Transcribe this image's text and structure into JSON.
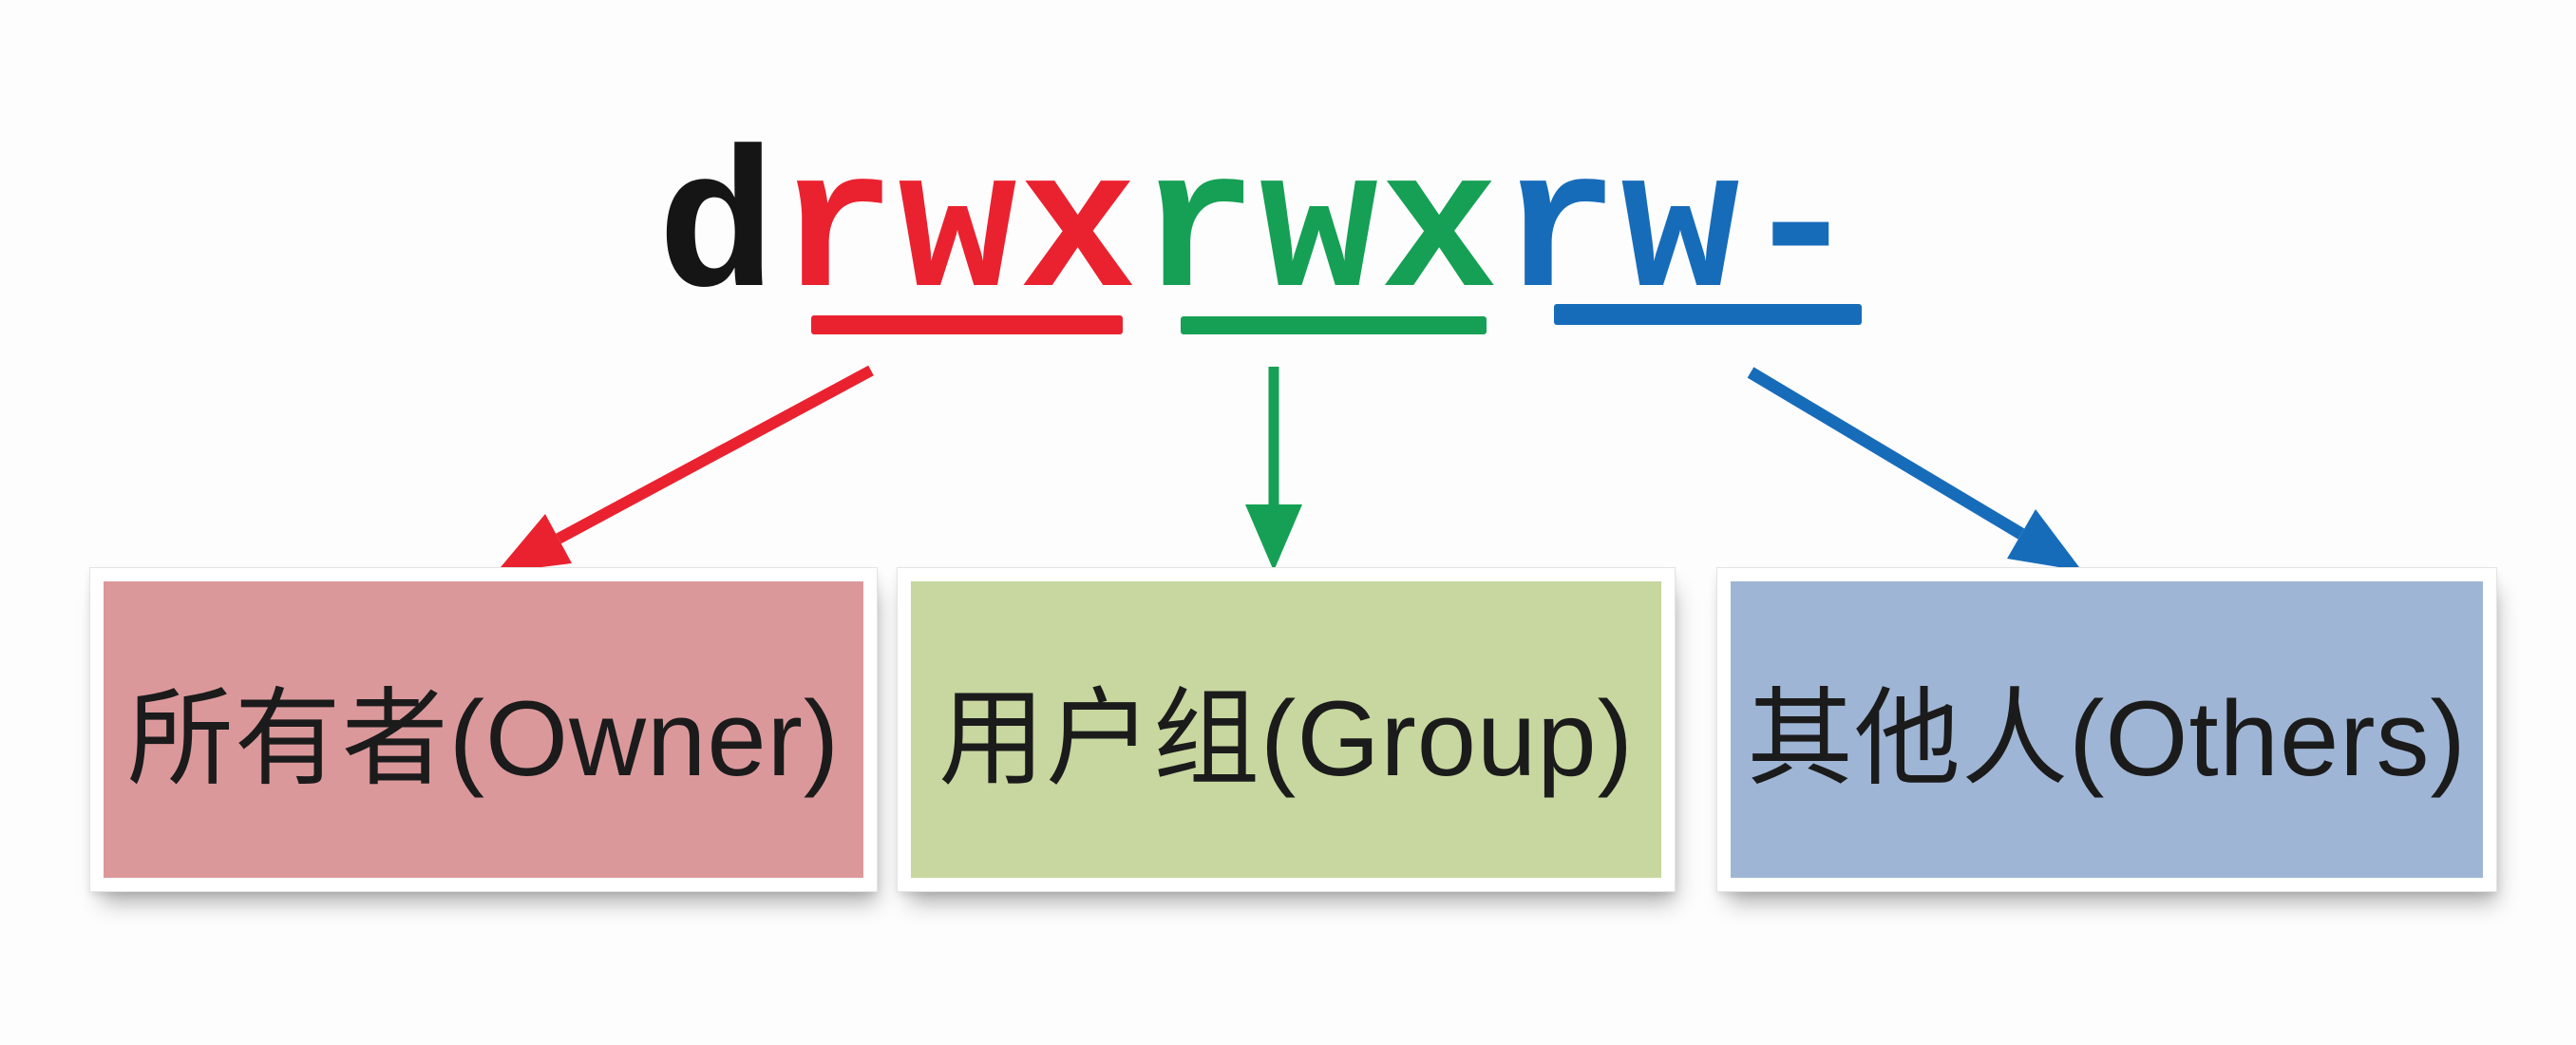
{
  "diagram": {
    "permission_string": {
      "full": "drwxrwxrw-",
      "segments": [
        {
          "text": "d",
          "meaning": "file-type",
          "color_key": "file_type"
        },
        {
          "text": "rwx",
          "meaning": "owner-permissions",
          "color_key": "owner"
        },
        {
          "text": "rwx",
          "meaning": "group-permissions",
          "color_key": "group"
        },
        {
          "text": "rw-",
          "meaning": "others-permissions",
          "color_key": "others"
        }
      ]
    },
    "boxes": [
      {
        "id": "owner",
        "label": "所有者(Owner)"
      },
      {
        "id": "group",
        "label": "用户组(Group)"
      },
      {
        "id": "others",
        "label": "其他人(Others)"
      }
    ]
  },
  "colors": {
    "file_type": "#151515",
    "owner": "#ea2230",
    "group": "#16a055",
    "others": "#176cba",
    "owner_box_bg": "#db989b",
    "group_box_bg": "#c7d79f",
    "others_box_bg": "#9fb5d5"
  }
}
